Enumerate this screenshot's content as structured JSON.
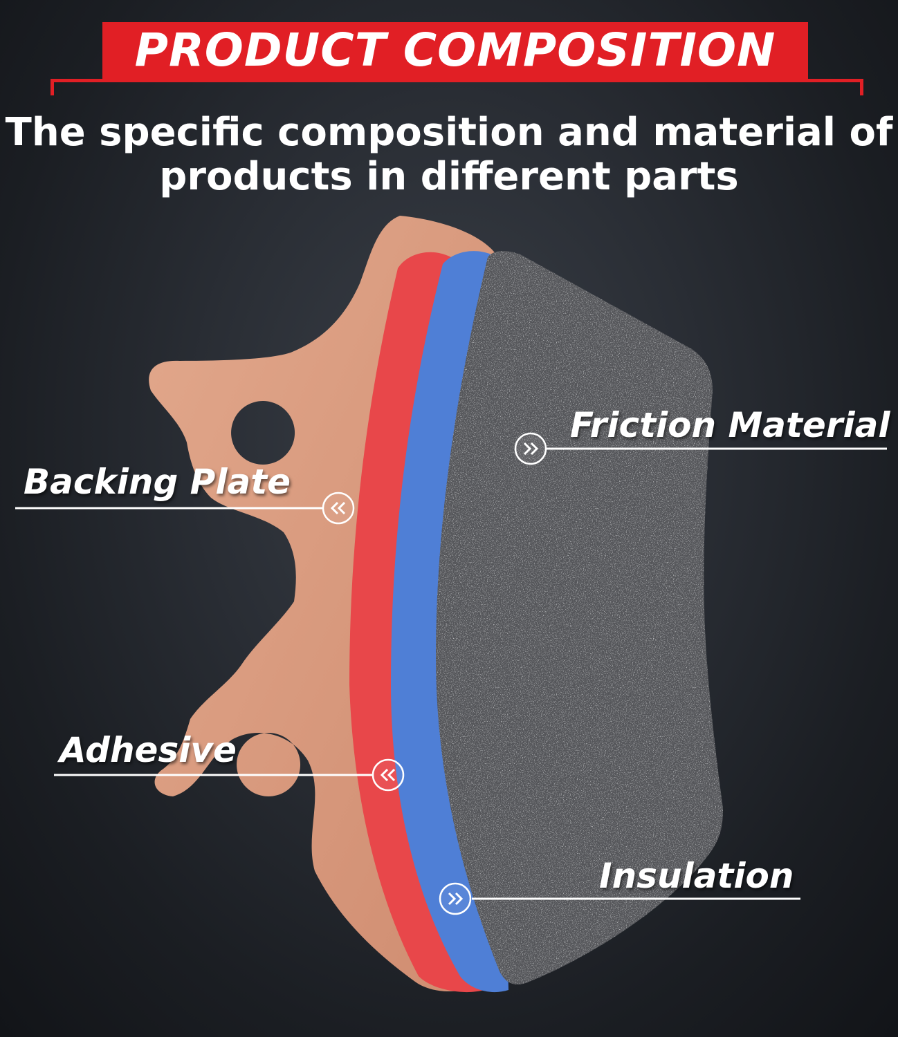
{
  "header": {
    "banner_title": "PRODUCT COMPOSITION",
    "subtitle_line1": "The specific composition and material of",
    "subtitle_line2": "products in different parts"
  },
  "callouts": [
    {
      "id": "friction",
      "label": "Friction Material",
      "arrow": "right"
    },
    {
      "id": "backing",
      "label": "Backing Plate",
      "arrow": "left"
    },
    {
      "id": "adhesive",
      "label": "Adhesive",
      "arrow": "left"
    },
    {
      "id": "insulation",
      "label": "Insulation",
      "arrow": "right"
    }
  ],
  "colors": {
    "accent_red": "#e11f25",
    "backing_plate": "#d89a7e",
    "adhesive_layer": "#e8474a",
    "insulation_layer": "#4f7fd6",
    "friction_layer": "#55565a",
    "callout_line": "#ffffff"
  },
  "icons": [
    "double-chevron-right-icon",
    "double-chevron-left-icon"
  ]
}
